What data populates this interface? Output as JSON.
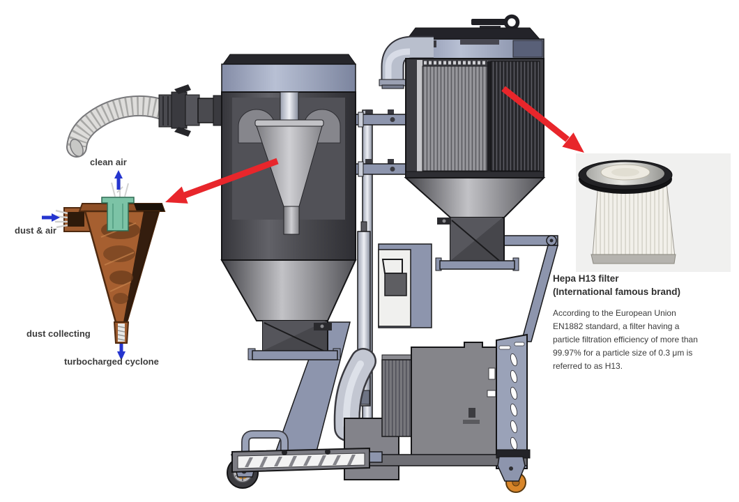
{
  "page": {
    "background": "#ffffff",
    "description_of_image": "Cut-away CAD rendering of an industrial cyclone dust collector with HEPA filter unit, with two red callout arrows: one to a cyclone airflow diagram, one to a HEPA cartridge photo"
  },
  "cyclone_diagram": {
    "labels": {
      "clean_air": "clean air",
      "dust_air": "dust & air",
      "dust_collecting": "dust collecting",
      "turbocharged_cyclone": "turbocharged cyclone"
    }
  },
  "hepa_callout": {
    "title_line1": "Hepa H13 filter",
    "title_line2": "(International famous brand)",
    "body": "According to the European Union EN1882 standard, a filter having a particle filtration efficiency of more than 99.97% for a particle size of 0.3 μm is referred to as H13."
  },
  "icons": {
    "red_callout_arrow_left": "thick red arrow pointing to cyclone diagram",
    "red_callout_arrow_right": "thick red arrow pointing to HEPA filter photo",
    "blue_flow_arrow_up": "clean air outflow arrow",
    "blue_flow_arrow_right": "dust and air inflow arrow",
    "blue_flow_arrow_down": "dust discharge arrow"
  },
  "colors": {
    "callout_arrow_red": "#e8262b",
    "flow_arrow_blue": "#2535cf",
    "cyclone_copper": "#a65f30",
    "cyclone_outlet_teal": "#7cc3a6",
    "machine_dark_gray": "#3a3a3f",
    "machine_blue_gray": "#8d95ad",
    "lid_blue_gray": "#aab2c8",
    "caster_orange": "#d9862a",
    "label_text": "#3c3c3c"
  }
}
